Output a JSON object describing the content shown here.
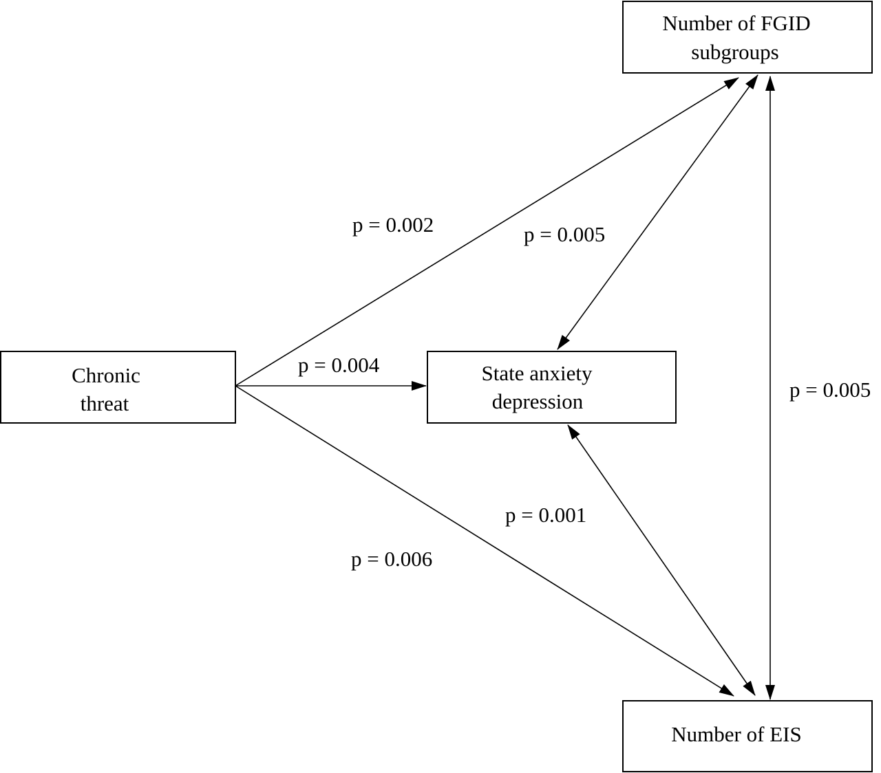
{
  "nodes": {
    "fgid": {
      "lines": [
        "Number of FGID",
        "subgroups"
      ]
    },
    "chronic": {
      "lines": [
        "Chronic",
        "threat"
      ]
    },
    "anxiety": {
      "lines": [
        "State anxiety",
        "depression"
      ]
    },
    "eis": {
      "lines": [
        "Number of EIS"
      ]
    }
  },
  "edges": {
    "chronic_fgid": {
      "label": "p = 0.002",
      "direction": "forward"
    },
    "anxiety_fgid": {
      "label": "p = 0.005",
      "direction": "both"
    },
    "chronic_anxiety": {
      "label": "p = 0.004",
      "direction": "forward"
    },
    "fgid_eis": {
      "label": "p = 0.005",
      "direction": "both"
    },
    "anxiety_eis": {
      "label": "p = 0.001",
      "direction": "both"
    },
    "chronic_eis": {
      "label": "p = 0.006",
      "direction": "forward"
    }
  },
  "colors": {
    "stroke": "#000000",
    "background": "#ffffff"
  }
}
